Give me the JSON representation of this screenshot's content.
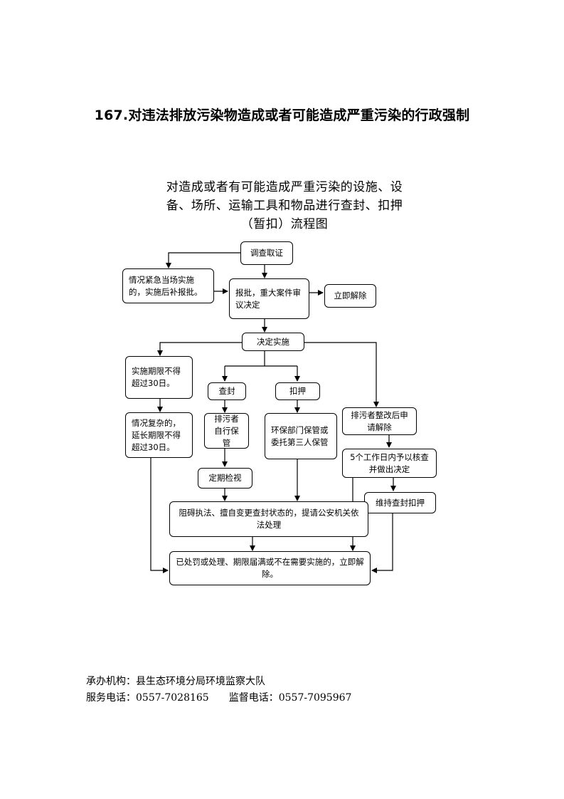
{
  "page_title": "167.对违法排放污染物造成或者可能造成严重污染的行政强制",
  "chart_title": {
    "line1": "对造成或者有可能造成严重污染的设施、设",
    "line2": "备、场所、运输工具和物品进行查封、扣押",
    "line3": "（暂扣）流程图"
  },
  "nodes": {
    "investigate": "调查取证",
    "urgent": "情况紧急当场实施的，实施后补报批。",
    "approve": "报批，重大案件审议决定",
    "release_now": "立即解除",
    "decide": "决定实施",
    "limit30": "实施期限不得超过30日。",
    "seal": "查封",
    "detain": "扣押",
    "extend": "情况复杂的，延长期限不得超过30日。",
    "self_keep": "排污者自行保管",
    "env_keep": "环保部门保管或委托第三人保管",
    "apply_release": "排污者整改后申请解除",
    "five_days": "5个工作日内予以核查并做出决定",
    "inspect": "定期检视",
    "maintain": "维持查封扣押",
    "obstruct": "阻碍执法、擅自变更查封状态的，提请公安机关依法处理",
    "final_release": "已处罚或处理、期限届满或不在需要实施的，立即解除。"
  },
  "footer": {
    "org_label": "承办机构：",
    "org": "县生态环境分局环境监察大队",
    "phone_label": "服务电话：",
    "phone": "0557-7028165",
    "supervise_label": "监督电话：",
    "supervise": "0557-7095967"
  }
}
